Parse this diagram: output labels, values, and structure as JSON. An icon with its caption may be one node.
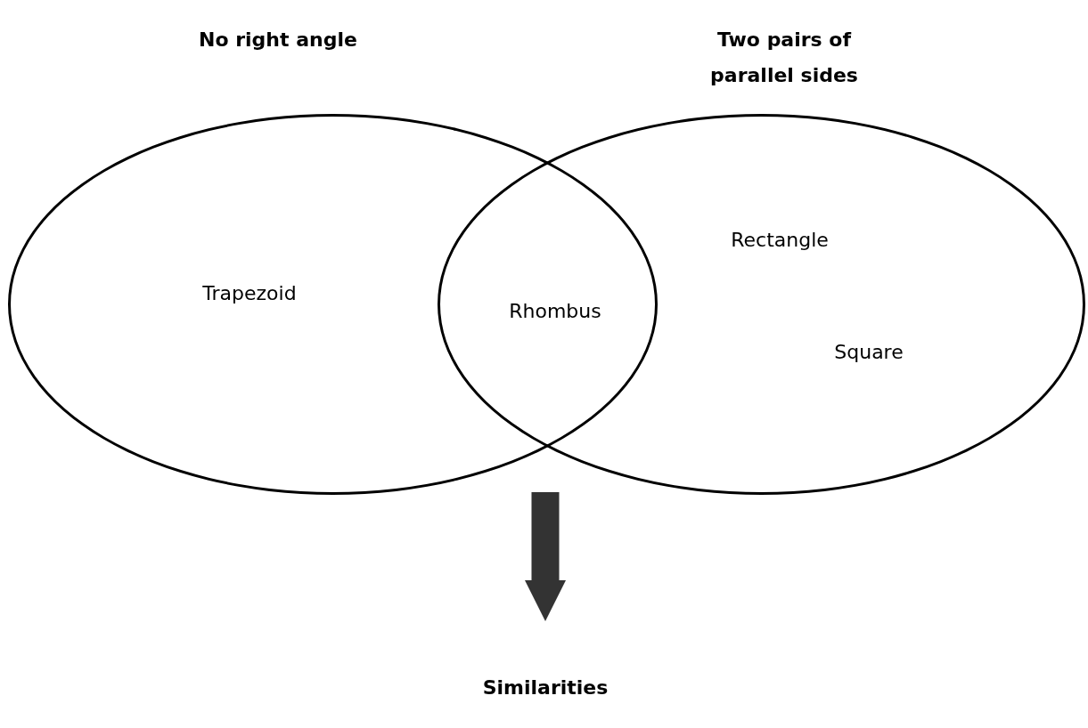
{
  "diagram": {
    "nodes": [
      {
        "text": [
          "Trapezoid"
        ]
      },
      {
        "text": [
          "Rectangle",
          "Square"
        ]
      },
      {
        "text": [
          "Similarities"
        ]
      }
    ],
    "edges": [
      {
        "from": 0,
        "to": 2,
        "arrow": "to"
      }
    ],
    "labels": [
      "No right angle",
      "Two pairs of parallel sides",
      "Rhombus"
    ]
  }
}
